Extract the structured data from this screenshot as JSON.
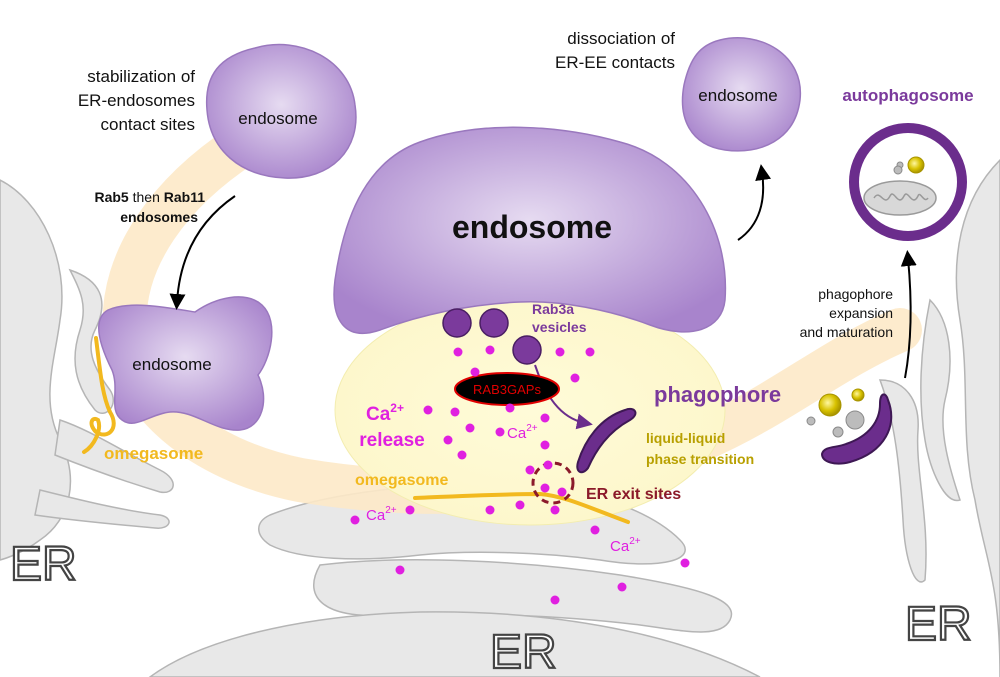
{
  "labels": {
    "stabilization_line1": "stabilization of",
    "stabilization_line2": "ER-endosomes",
    "stabilization_line3": "contact sites",
    "rab5": "Rab5",
    "then": " then ",
    "rab11": "Rab11",
    "endosomes_word": "endosomes",
    "endosome_small_top": "endosome",
    "endosome_left": "endosome",
    "endosome_big": "endosome",
    "endosome_right": "endosome",
    "dissociation_line1": "dissociation of",
    "dissociation_line2": "ER-EE contacts",
    "autophagosome": "autophagosome",
    "phagophore_exp_line1": "phagophore",
    "phagophore_exp_line2": "expansion",
    "phagophore_exp_line3": "and maturation",
    "phagophore": "phagophore",
    "rab3a_line1": "Rab3a",
    "rab3a_line2": "vesicles",
    "rab3gaps": "RAB3GAPs",
    "ca_release_base": "Ca",
    "ca_release_sup": "2+",
    "release": "release",
    "ca_center_base": "Ca",
    "ca_center_sup": "2+",
    "liquid_line1": "liquid-liquid",
    "liquid_line2": "phase transition",
    "omegasome_left": "omegasome",
    "omegasome_center": "omegasome",
    "er_exit_sites": "ER exit sites",
    "ca_er_left_base": "Ca",
    "ca_er_left_sup": "2+",
    "ca_er_right_base": "Ca",
    "ca_er_right_sup": "2+",
    "er_left": "ER",
    "er_bottom": "ER",
    "er_right": "ER"
  },
  "colors": {
    "endosome_purple": "#b899d6",
    "dark_purple": "#6b2d8c",
    "magenta": "#e020e0",
    "omegasome_yellow": "#f2b91f",
    "olive_text": "#b8a000",
    "exit_sites_red": "#8b1a2a",
    "er_gray": "#e8e8e8",
    "er_stroke": "#b5b5b5"
  }
}
